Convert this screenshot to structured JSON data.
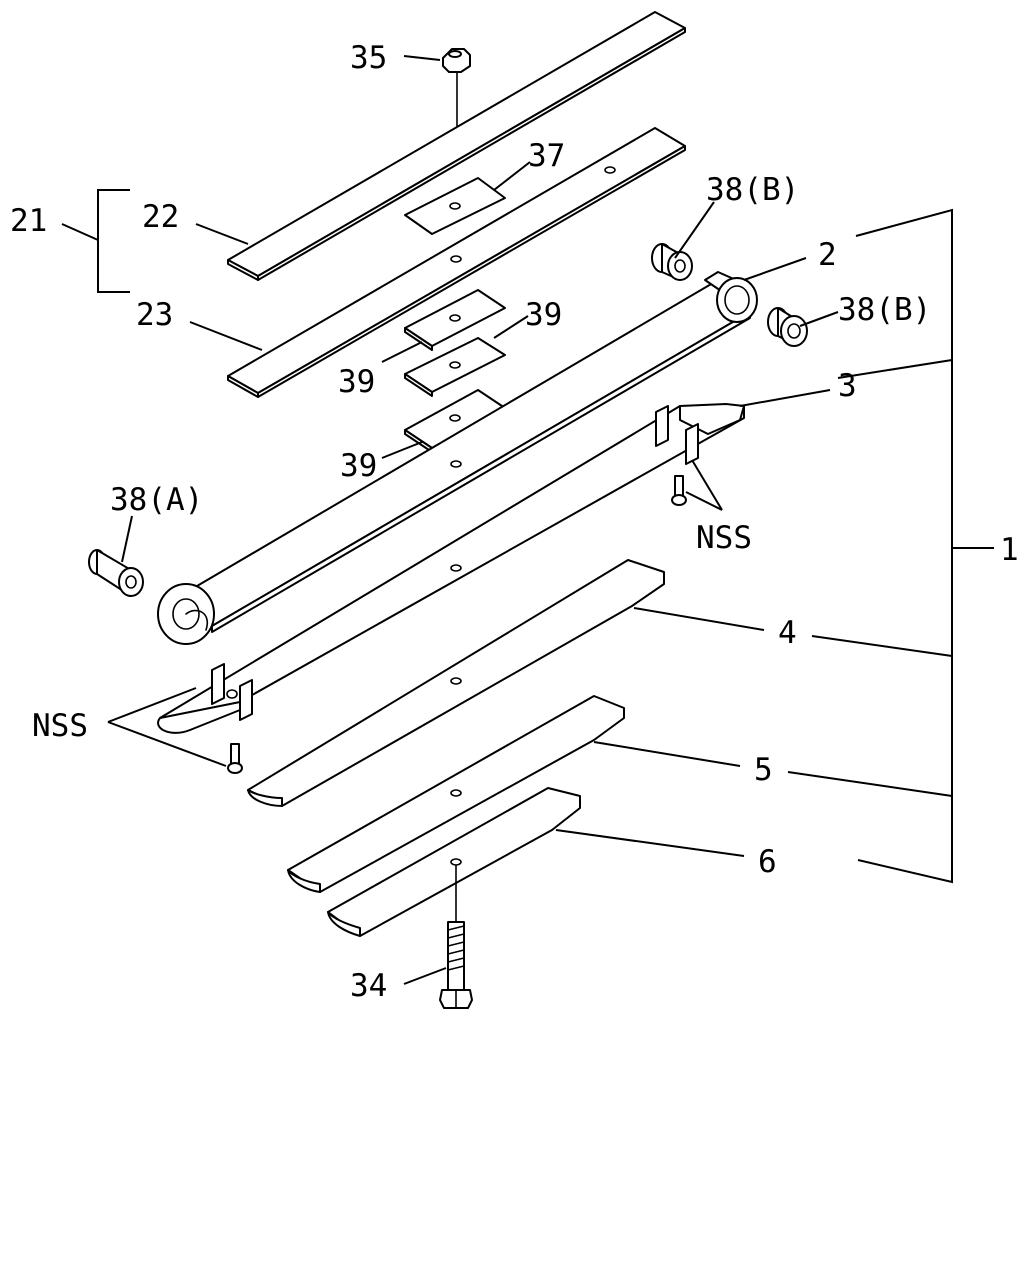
{
  "labels": {
    "p35": "35",
    "p37": "37",
    "p38b_top": "38(B)",
    "p38b_right": "38(B)",
    "p21": "21",
    "p22": "22",
    "p23": "23",
    "p2": "2",
    "p39_right": "39",
    "p39_left": "39",
    "p39_bottom": "39",
    "p3": "3",
    "p38a": "38(A)",
    "nss_right": "NSS",
    "p1": "1",
    "p4": "4",
    "nss_left": "NSS",
    "p5": "5",
    "p6": "6",
    "p34": "34"
  },
  "colors": {
    "line": "#000000",
    "background": "#ffffff"
  }
}
